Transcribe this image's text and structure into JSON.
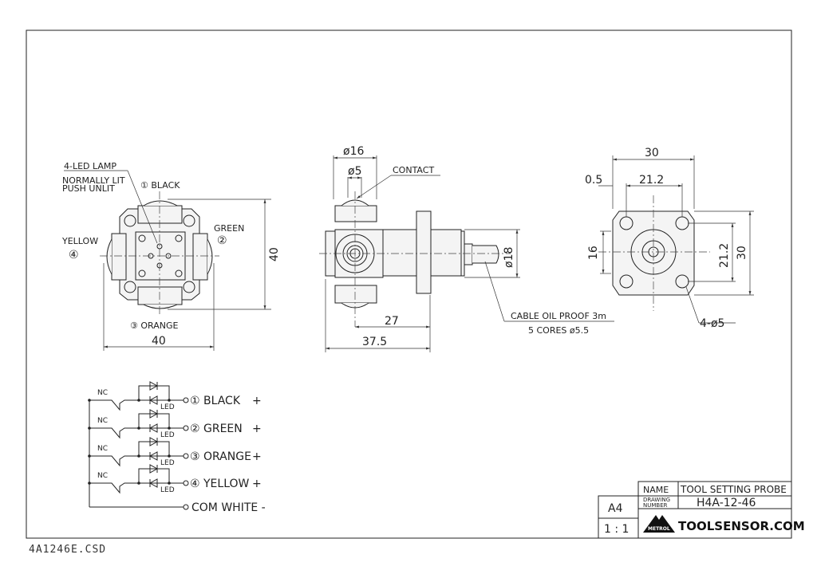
{
  "front_view": {
    "lamp_label": "4-LED LAMP",
    "lamp_note_1": "NORMALLY LIT",
    "lamp_note_2": "PUSH UNLIT",
    "led_1": "① BLACK",
    "led_2_num": "②",
    "led_2": "GREEN",
    "led_3": "③ ORANGE",
    "led_4_num": "④",
    "led_4": "YELLOW",
    "dim_width": "40",
    "dim_height": "40"
  },
  "side_view": {
    "dim_head_dia": "ø16",
    "dim_contact_dia": "ø5",
    "contact_label": "CONTACT",
    "dim_body_dia": "ø18",
    "dim_27": "27",
    "dim_37_5": "37.5",
    "cable_label_1": "CABLE OIL PROOF 3m",
    "cable_label_2": "5 CORES ø5.5"
  },
  "rear_view": {
    "dim_30_top": "30",
    "dim_21_2_top": "21.2",
    "dim_0_5": "0.5",
    "dim_16": "16",
    "dim_21_2_side": "21.2",
    "dim_30_side": "30",
    "holes": "4-ø5"
  },
  "schematic": {
    "nc": "NC",
    "led": "LED",
    "rows": [
      {
        "label": "① BLACK",
        "sign": "+"
      },
      {
        "label": "② GREEN",
        "sign": "+"
      },
      {
        "label": "③ ORANGE",
        "sign": "+"
      },
      {
        "label": "④ YELLOW",
        "sign": "+"
      }
    ],
    "common": "COM WHITE -"
  },
  "title_block": {
    "name_label": "NAME",
    "name_value": "TOOL SETTING PROBE",
    "drawing_number_label_1": "DRAWING",
    "drawing_number_label_2": "NUMBER",
    "drawing_number": "H4A-12-46",
    "paper_size": "A4",
    "scale": "1 : 1",
    "logo_brand": "METROL",
    "website": "TOOLSENSOR.COM"
  },
  "file_name": "4A1246E.CSD"
}
